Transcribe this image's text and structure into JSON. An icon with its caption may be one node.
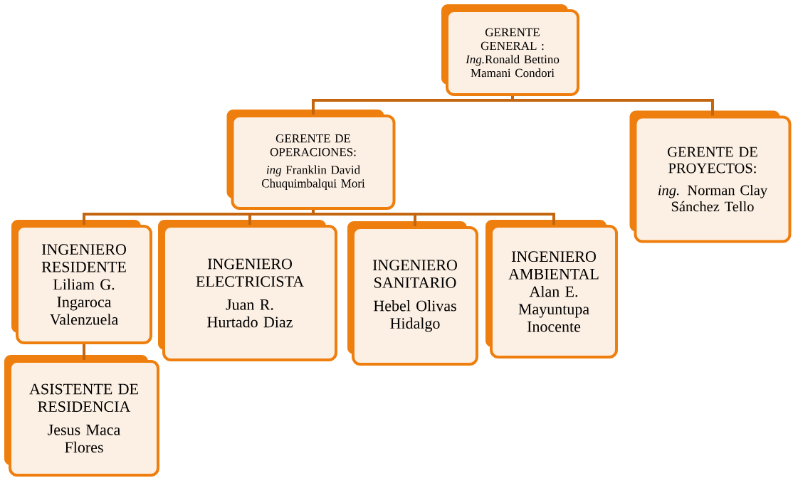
{
  "diagram": {
    "nodes": [
      {
        "text": [
          "GERENTE GENERAL :",
          "Ing.",
          "Ronald Bettino Mamani Condori"
        ]
      },
      {
        "text": [
          "GERENTE DE OPERACIONES:",
          "*ing* Franklin David Chuquimbalqui Mori"
        ]
      },
      {
        "text": [
          "GERENTE DE PROYECTOS:",
          "*ing.* Norman Clay Sánchez Tello"
        ]
      },
      {
        "text": [
          "INGENIERO RESIDENTE",
          "Liliam G. Ingaroca Valenzuela"
        ]
      },
      {
        "text": [
          "INGENIERO ELECTRICISTA",
          "Juan R. Hurtado Diaz"
        ]
      },
      {
        "text": [
          "INGENIERO SANITARIO",
          "Hebel Olivas Hidalgo"
        ]
      },
      {
        "text": [
          "INGENIERO AMBIENTAL",
          "Alan E. Mayuntupa Inocente"
        ]
      },
      {
        "text": [
          "ASISTENTE DE RESIDENCIA",
          "Jesus Maca Flores"
        ]
      }
    ],
    "edges": [
      {
        "from": 0,
        "to": 1,
        "arrow": "none"
      },
      {
        "from": 0,
        "to": 2,
        "arrow": "none"
      },
      {
        "from": 1,
        "to": 3,
        "arrow": "none"
      },
      {
        "from": 1,
        "to": 4,
        "arrow": "none"
      },
      {
        "from": 1,
        "to": 5,
        "arrow": "none"
      },
      {
        "from": 1,
        "to": 6,
        "arrow": "none"
      },
      {
        "from": 3,
        "to": 7,
        "arrow": "none"
      }
    ]
  }
}
